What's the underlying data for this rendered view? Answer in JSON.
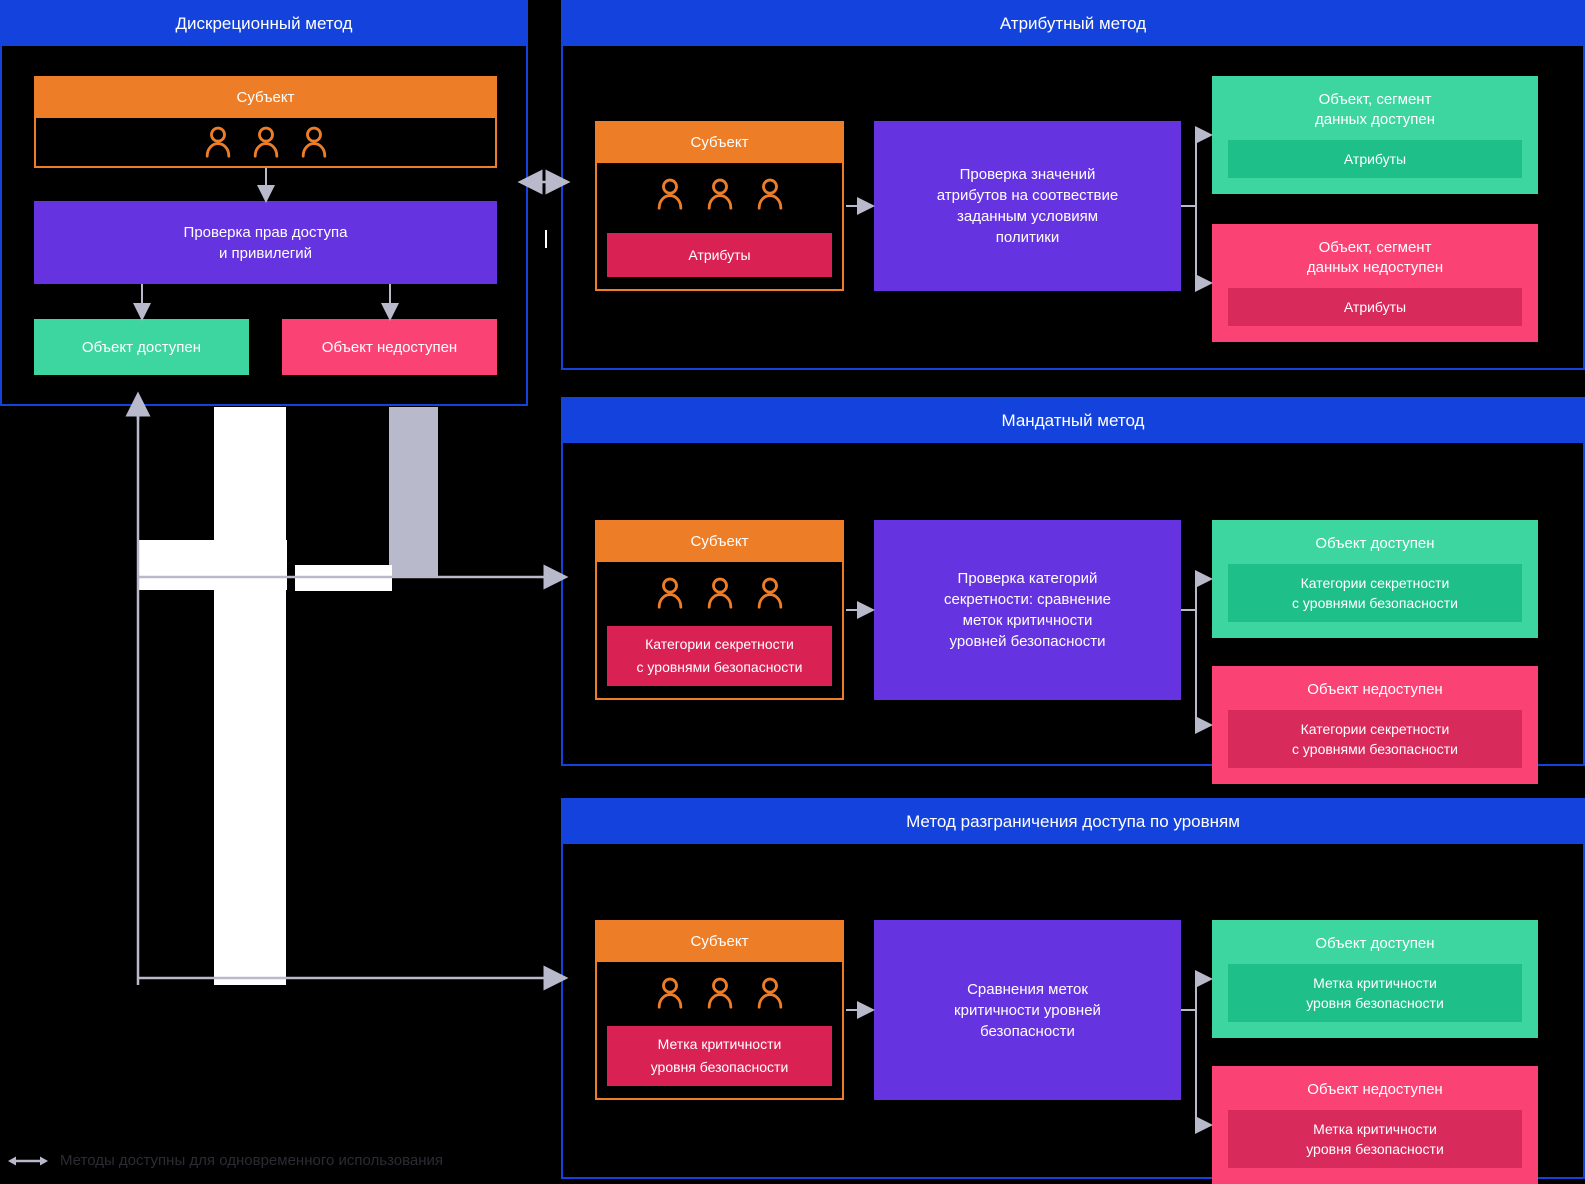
{
  "diagram": {
    "title_hidden": "",
    "footer": {
      "icon": "double-arrow-icon",
      "text": "Методы доступны для одновременного использования"
    },
    "colors": {
      "background": "#000000",
      "header_blue": "#1343DC",
      "orange": "#EE7D28",
      "purple": "#6633E0",
      "green": "#3ED6A0",
      "green_dark": "#1FBF8A",
      "pink": "#FB4274",
      "pink_dark": "#D92A5C",
      "crimson": "#D92253",
      "arrow_grey": "#b9b9cc"
    },
    "shared": {
      "subject_label": "Субъект",
      "person_icon": "person-icon",
      "person_count": 3
    },
    "panels": [
      {
        "id": "discretionary",
        "title": "Дискреционный метод",
        "subject": {
          "label": "Субъект",
          "badge": null
        },
        "process": "Проверка прав доступа\nи привилегий",
        "process_lines": [
          "Проверка прав доступа",
          "и привилегий"
        ],
        "results": [
          {
            "type": "ok",
            "title": "Объект доступен",
            "badge": null
          },
          {
            "type": "no",
            "title": "Объект недоступен",
            "badge": null
          }
        ]
      },
      {
        "id": "attribute",
        "title": "Атрибутный метод",
        "subject": {
          "label": "Субъект",
          "badge": "Атрибуты"
        },
        "process_lines": [
          "Проверка значений",
          "атрибутов на соотвествие",
          "заданным условиям",
          "политики"
        ],
        "results": [
          {
            "type": "ok",
            "title_lines": [
              "Объект, сегмент",
              "данных доступен"
            ],
            "badge": "Атрибуты"
          },
          {
            "type": "no",
            "title_lines": [
              "Объект, сегмент",
              "данных недоступен"
            ],
            "badge": "Атрибуты"
          }
        ]
      },
      {
        "id": "mandatory",
        "title": "Мандатный метод",
        "subject": {
          "label": "Субъект",
          "badge_lines": [
            "Категории секретности",
            "с уровнями безопасности"
          ]
        },
        "process_lines": [
          "Проверка категорий",
          "секретности: сравнение",
          "меток критичности",
          "уровней безопасности"
        ],
        "results": [
          {
            "type": "ok",
            "title_lines": [
              "Объект доступен"
            ],
            "badge_lines": [
              "Категории секретности",
              "с уровнями безопасности"
            ]
          },
          {
            "type": "no",
            "title_lines": [
              "Объект недоступен"
            ],
            "badge_lines": [
              "Категории секретности",
              "с уровнями безопасности"
            ]
          }
        ]
      },
      {
        "id": "levels",
        "title": "Метод разграничения доступа по уровням",
        "subject": {
          "label": "Субъект",
          "badge_lines": [
            "Метка критичности",
            "уровня безопасности"
          ]
        },
        "process_lines": [
          "Сравнения меток",
          "критичности уровней",
          "безопасности"
        ],
        "results": [
          {
            "type": "ok",
            "title_lines": [
              "Объект доступен"
            ],
            "badge_lines": [
              "Метка критичности",
              "уровня безопасности"
            ]
          },
          {
            "type": "no",
            "title_lines": [
              "Объект недоступен"
            ],
            "badge_lines": [
              "Метка критичности",
              "уровня безопасности"
            ]
          }
        ]
      }
    ],
    "p1": {
      "title": "Дискреционный метод",
      "subject_label": "Субъект",
      "process_l1": "Проверка прав доступа",
      "process_l2": "и привилегий",
      "result_ok": "Объект доступен",
      "result_no": "Объект недоступен"
    },
    "p2": {
      "title": "Атрибутный метод",
      "subject_label": "Субъект",
      "subject_badge": "Атрибуты",
      "process_l1": "Проверка значений",
      "process_l2": "атрибутов на соотвествие",
      "process_l3": "заданным условиям",
      "process_l4": "политики",
      "ok_l1": "Объект, сегмент",
      "ok_l2": "данных доступен",
      "ok_badge": "Атрибуты",
      "no_l1": "Объект, сегмент",
      "no_l2": "данных недоступен",
      "no_badge": "Атрибуты"
    },
    "p3": {
      "title": "Мандатный метод",
      "subject_label": "Субъект",
      "subject_badge_l1": "Категории секретности",
      "subject_badge_l2": "с уровнями безопасности",
      "process_l1": "Проверка категорий",
      "process_l2": "секретности: сравнение",
      "process_l3": "меток критичности",
      "process_l4": "уровней безопасности",
      "ok_title": "Объект доступен",
      "ok_badge_l1": "Категории секретности",
      "ok_badge_l2": "с уровнями безопасности",
      "no_title": "Объект недоступен",
      "no_badge_l1": "Категории секретности",
      "no_badge_l2": "с уровнями безопасности"
    },
    "p4": {
      "title": "Метод разграничения доступа по уровням",
      "subject_label": "Субъект",
      "subject_badge_l1": "Метка критичности",
      "subject_badge_l2": "уровня безопасности",
      "process_l1": "Сравнения меток",
      "process_l2": "критичности уровней",
      "process_l3": "безопасности",
      "ok_title": "Объект доступен",
      "ok_badge_l1": "Метка критичности",
      "ok_badge_l2": "уровня безопасности",
      "no_title": "Объект недоступен",
      "no_badge_l1": "Метка критичности",
      "no_badge_l2": "уровня безопасности"
    }
  }
}
